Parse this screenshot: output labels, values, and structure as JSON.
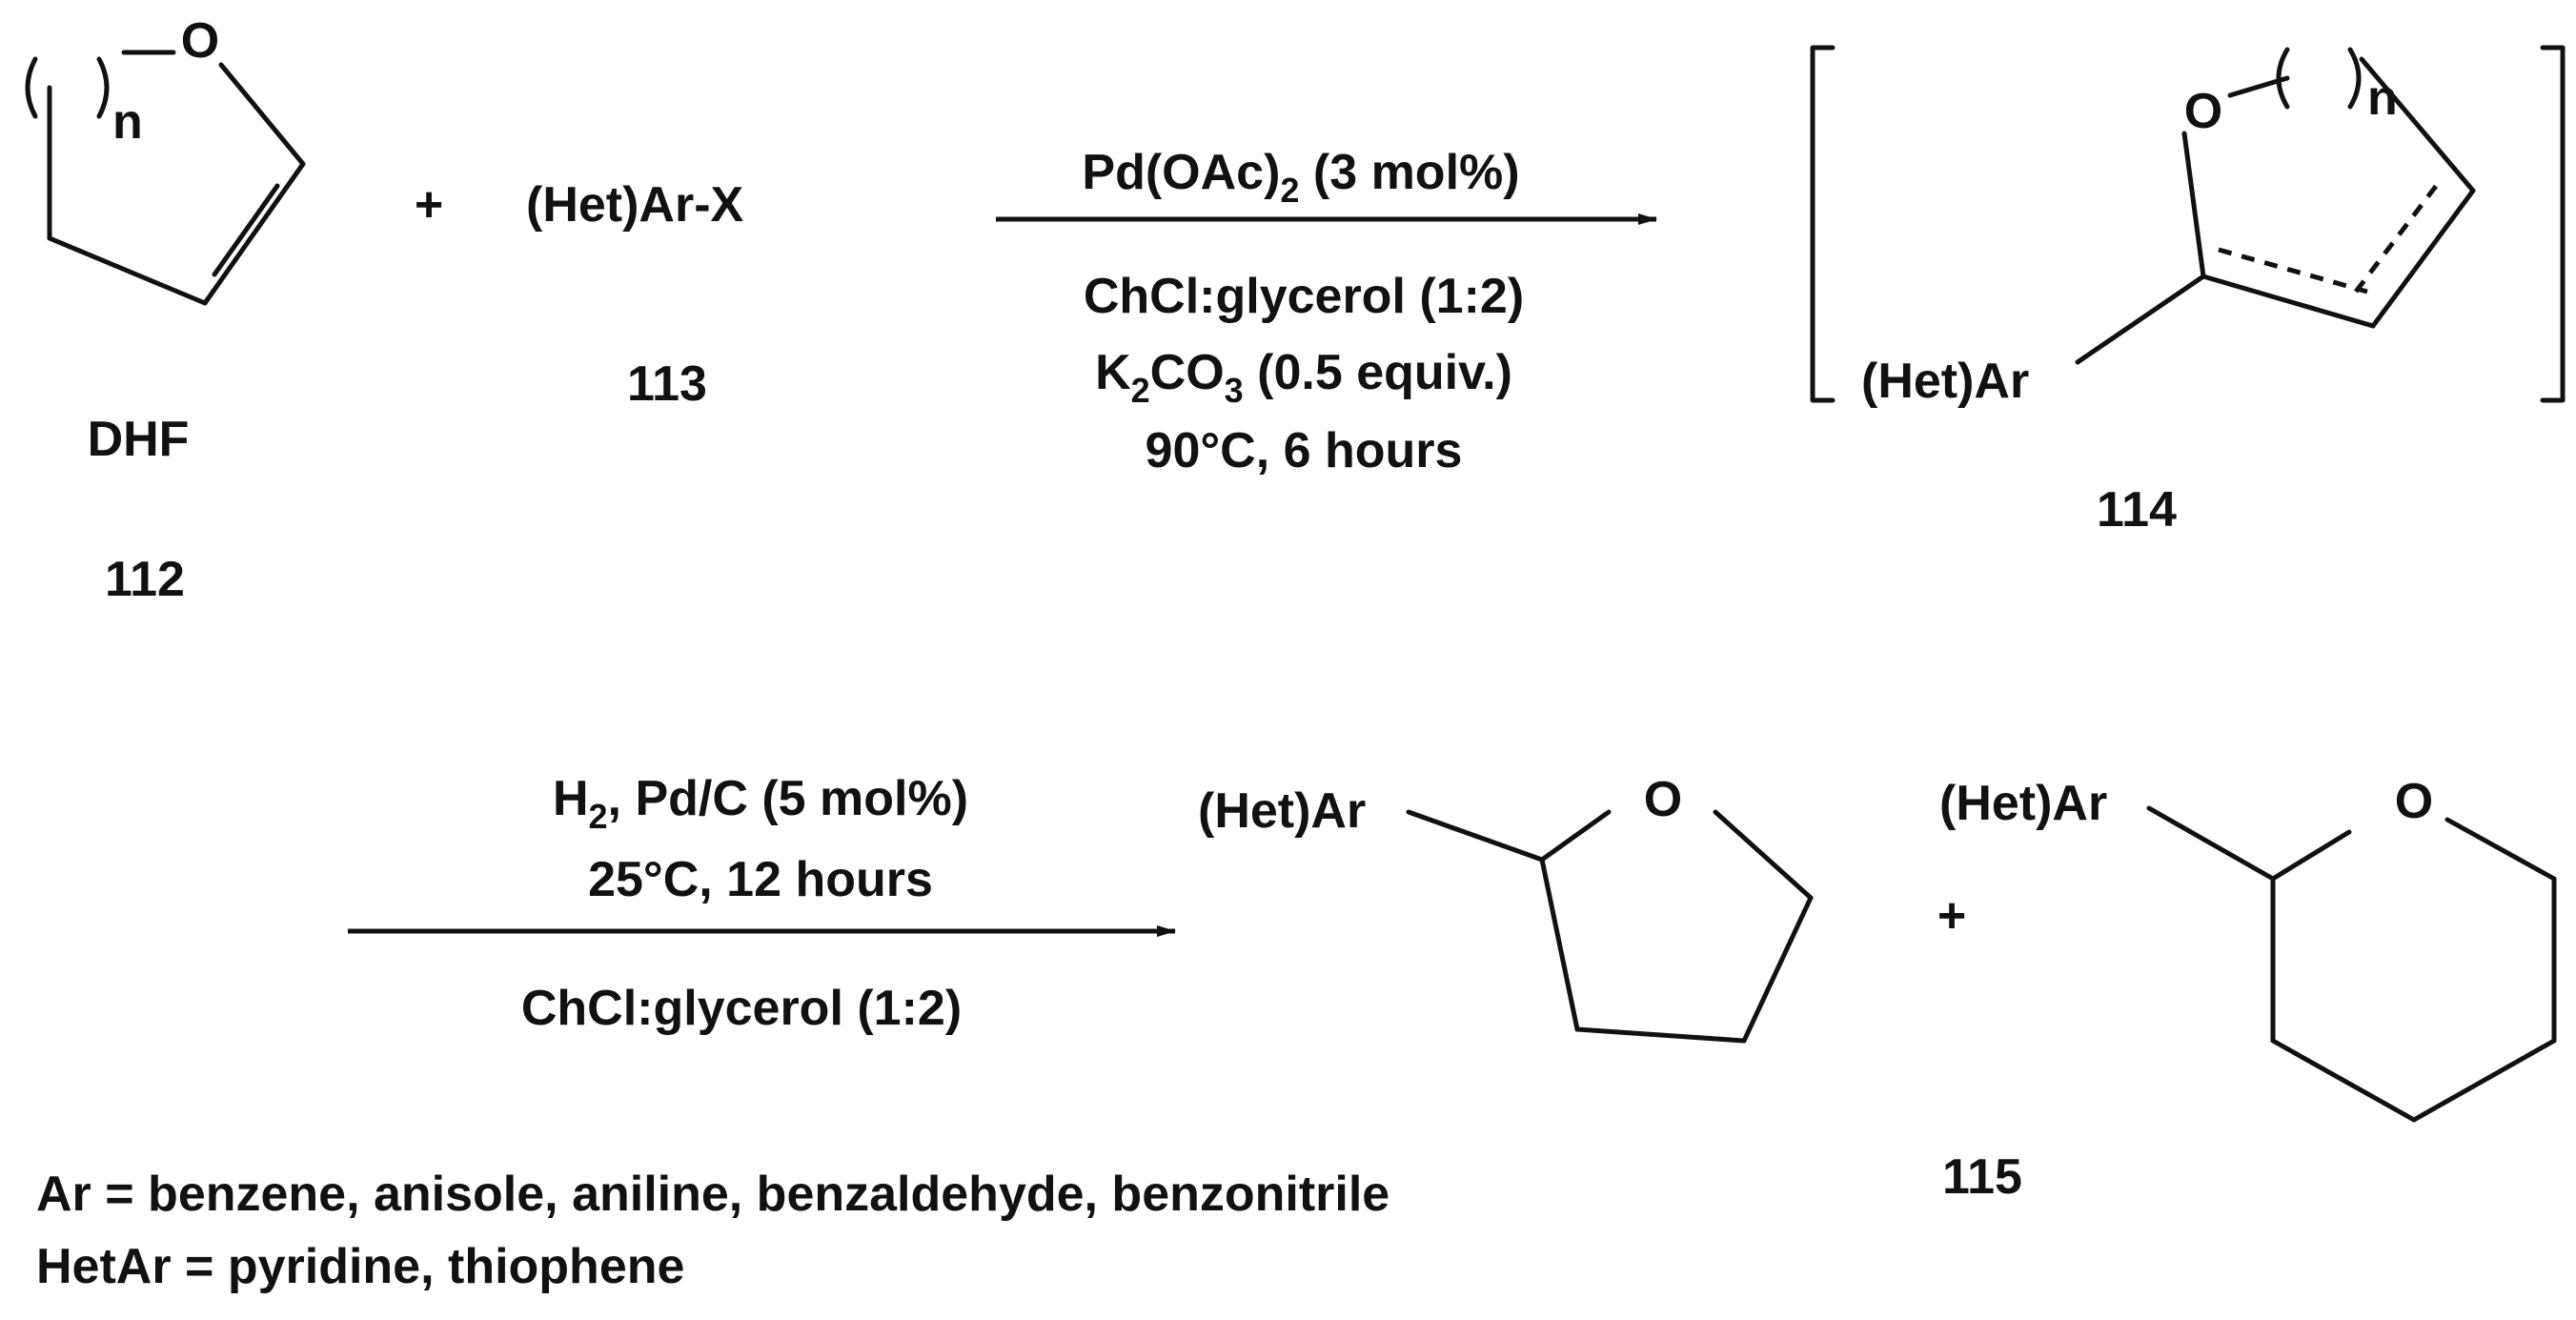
{
  "scheme": {
    "dhf": {
      "ring_o": "O",
      "n": "n",
      "abbrev": "DHF",
      "number": "112"
    },
    "plus_1": "+",
    "het_ar_x": {
      "formula": "(Het)Ar-X",
      "number": "113"
    },
    "step1": {
      "catalyst": {
        "main": "Pd(OAc)",
        "sub": "2",
        "tail": " (3 mol%)"
      },
      "solvent": "ChCl:glycerol (1:2)",
      "base": {
        "pre": "K",
        "sub1": "2",
        "mid": "CO",
        "sub2": "3",
        "tail": " (0.5 equiv.)"
      },
      "conditions": "90°C, 6 hours"
    },
    "intermediate": {
      "ring_o": "O",
      "n": "n",
      "substituent": "(Het)Ar",
      "number": "114"
    },
    "step2": {
      "reagent": {
        "pre": "H",
        "sub": "2",
        "tail": ", Pd/C (5 mol%)"
      },
      "conditions": "25°C, 12 hours",
      "solvent": "ChCl:glycerol (1:2)"
    },
    "product_thf": {
      "substituent": "(Het)Ar",
      "ring_o": "O"
    },
    "plus_2": "+",
    "product_thp": {
      "substituent": "(Het)Ar",
      "ring_o": "O"
    },
    "product_number": "115",
    "footnote": {
      "ar": "Ar = benzene, anisole, aniline, benzaldehyde, benzonitrile",
      "hetar": "HetAr = pyridine, thiophene"
    }
  }
}
